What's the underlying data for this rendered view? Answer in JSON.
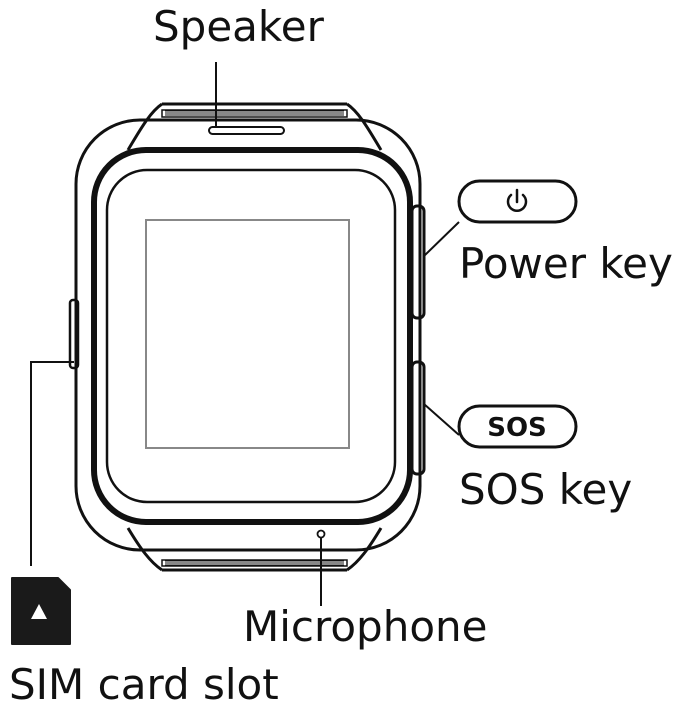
{
  "labels": {
    "speaker": "Speaker",
    "power_key": "Power key",
    "sos_key": "SOS key",
    "microphone": "Microphone",
    "sim_card_slot": "SIM card slot"
  },
  "icons": {
    "power_button": "power-icon",
    "sos_button_text": "SOS",
    "sim_card": "sim-card-icon"
  }
}
